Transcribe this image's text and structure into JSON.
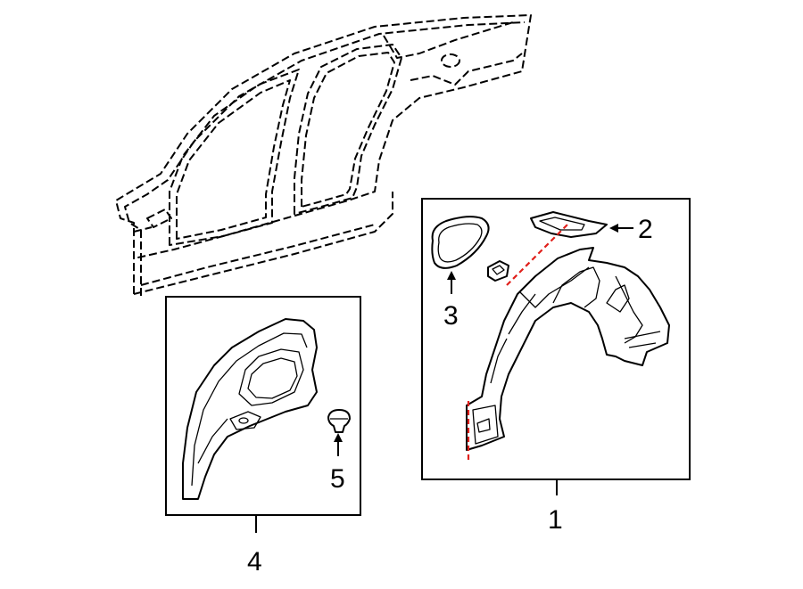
{
  "callouts": {
    "c1": "1",
    "c2": "2",
    "c3": "3",
    "c4": "4",
    "c5": "5"
  },
  "colors": {
    "line": "#000000",
    "cut_line": "#e0201b",
    "background": "#ffffff"
  }
}
